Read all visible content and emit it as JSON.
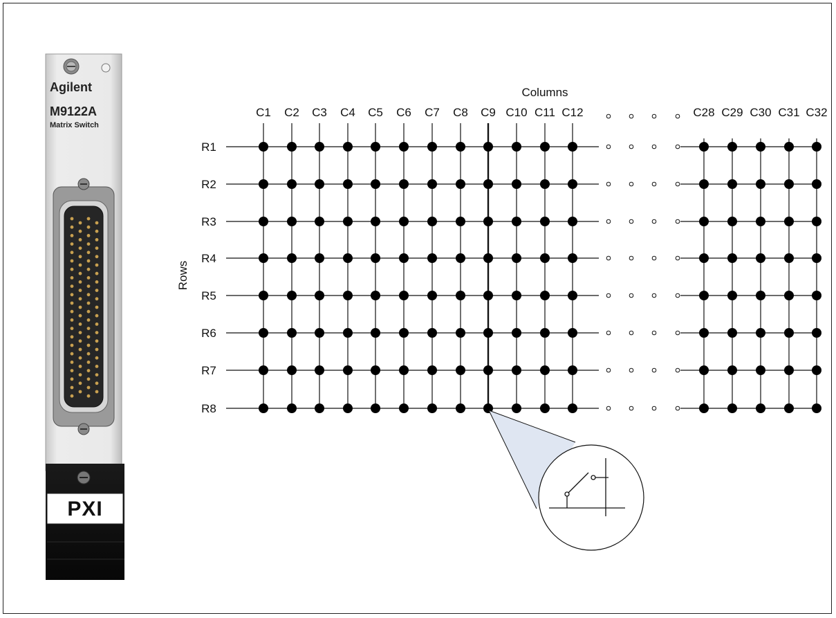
{
  "module": {
    "brand": "Agilent",
    "model": "M9122A",
    "subtitle": "Matrix Switch",
    "badge": "PXI"
  },
  "diagram": {
    "columns_title": "Columns",
    "rows_title": "Rows",
    "columns_left": [
      "C1",
      "C2",
      "C3",
      "C4",
      "C5",
      "C6",
      "C7",
      "C8",
      "C9",
      "C10",
      "C11",
      "C12"
    ],
    "columns_right": [
      "C28",
      "C29",
      "C30",
      "C31",
      "C32"
    ],
    "rows": [
      "R1",
      "R2",
      "R3",
      "R4",
      "R5",
      "R6",
      "R7",
      "R8"
    ]
  },
  "colors": {
    "panel": "#e6e6e6",
    "connector": "#2a2a2a",
    "pin": "#c8a050",
    "callout": "#dfe6f2"
  }
}
